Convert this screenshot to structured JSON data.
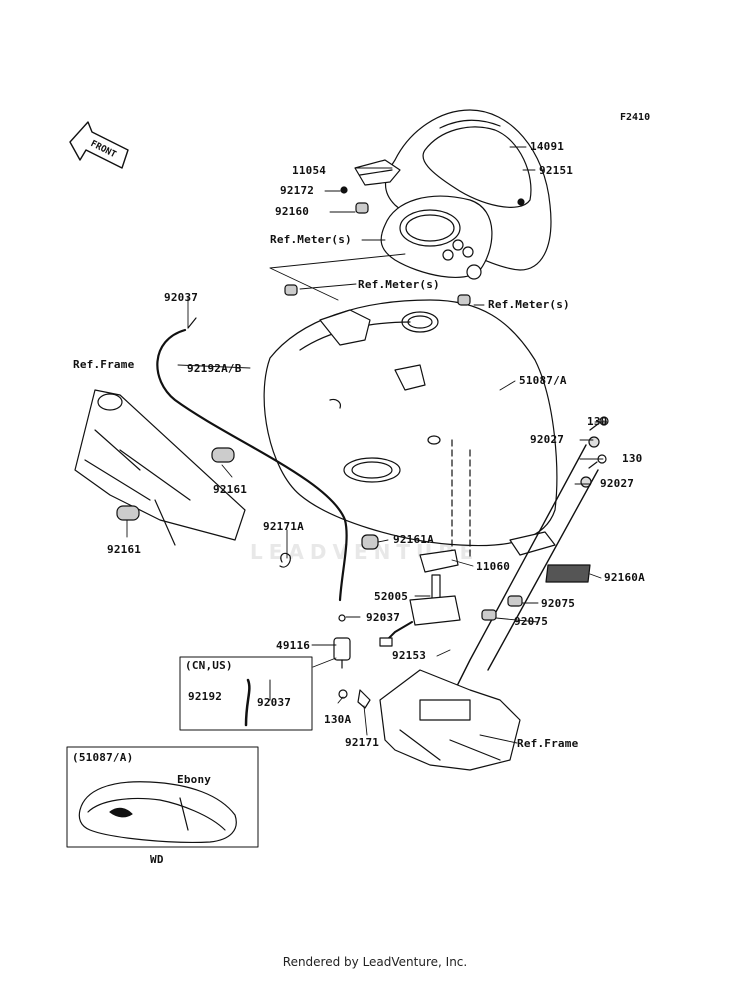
{
  "figure_code": "F2410",
  "watermark": "LEADVENTURE",
  "footer": "Rendered by LeadVenture, Inc.",
  "front_arrow": {
    "text": "FRONT"
  },
  "labels": {
    "p14091": "14091",
    "p11054": "11054",
    "p92151": "92151",
    "p92172": "92172",
    "p92160": "92160",
    "ref_meter_1": "Ref.Meter(s)",
    "ref_meter_2": "Ref.Meter(s)",
    "ref_meter_3": "Ref.Meter(s)",
    "p92037_top": "92037",
    "p92192ab": "92192A/B",
    "ref_frame_top": "Ref.Frame",
    "p51087a": "51087/A",
    "p130_a": "130",
    "p92027_a": "92027",
    "p130_b": "130",
    "p92027_b": "92027",
    "p92161_a": "92161",
    "p92161_b": "92161",
    "p92171a": "92171A",
    "p92161a": "92161A",
    "p11060": "11060",
    "p52005": "52005",
    "p92037_mid": "92037",
    "p92160a": "92160A",
    "p92075_a": "92075",
    "p92075_b": "92075",
    "p49116": "49116",
    "p92153": "92153",
    "cn_us": "(CN,US)",
    "p92192": "92192",
    "p92037_bot": "92037",
    "p130a": "130A",
    "p92171": "92171",
    "ref_frame_bot": "Ref.Frame",
    "inset_ref": "(51087/A)",
    "ebony": "Ebony",
    "wd": "WD"
  }
}
